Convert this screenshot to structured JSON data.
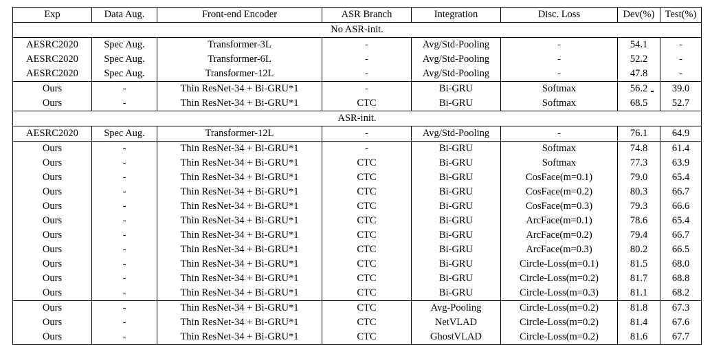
{
  "table": {
    "columns": [
      "Exp",
      "Data Aug.",
      "Front-end Encoder",
      "ASR Branch",
      "Integration",
      "Disc. Loss",
      "Dev(%)",
      "Test(%)"
    ],
    "sections": [
      {
        "title": "No ASR-init.",
        "groups": [
          {
            "rows": [
              [
                "AESRC2020",
                "Spec Aug.",
                "Transformer-3L",
                "-",
                "Avg/Std-Pooling",
                "-",
                "54.1",
                "-"
              ],
              [
                "AESRC2020",
                "Spec Aug.",
                "Transformer-6L",
                "-",
                "Avg/Std-Pooling",
                "-",
                "52.2",
                "-"
              ],
              [
                "AESRC2020",
                "Spec Aug.",
                "Transformer-12L",
                "-",
                "Avg/Std-Pooling",
                "-",
                "47.8",
                "-"
              ]
            ]
          },
          {
            "rows": [
              [
                "Ours",
                "-",
                "Thin ResNet-34 + Bi-GRU*1",
                "-",
                "Bi-GRU",
                "Softmax",
                "56.2",
                "39.0"
              ],
              [
                "Ours",
                "-",
                "Thin ResNet-34 + Bi-GRU*1",
                "CTC",
                "Bi-GRU",
                "Softmax",
                "68.5",
                "52.7"
              ]
            ]
          }
        ]
      },
      {
        "title": "ASR-init.",
        "groups": [
          {
            "rows": [
              [
                "AESRC2020",
                "Spec Aug.",
                "Transformer-12L",
                "-",
                "Avg/Std-Pooling",
                "-",
                "76.1",
                "64.9"
              ]
            ]
          },
          {
            "rows": [
              [
                "Ours",
                "-",
                "Thin ResNet-34 + Bi-GRU*1",
                "-",
                "Bi-GRU",
                "Softmax",
                "74.8",
                "61.4"
              ],
              [
                "Ours",
                "-",
                "Thin ResNet-34 + Bi-GRU*1",
                "CTC",
                "Bi-GRU",
                "Softmax",
                "77.3",
                "63.9"
              ],
              [
                "Ours",
                "-",
                "Thin ResNet-34 + Bi-GRU*1",
                "CTC",
                "Bi-GRU",
                "CosFace(m=0.1)",
                "79.0",
                "65.4"
              ],
              [
                "Ours",
                "-",
                "Thin ResNet-34 + Bi-GRU*1",
                "CTC",
                "Bi-GRU",
                "CosFace(m=0.2)",
                "80.3",
                "66.7"
              ],
              [
                "Ours",
                "-",
                "Thin ResNet-34 + Bi-GRU*1",
                "CTC",
                "Bi-GRU",
                "CosFace(m=0.3)",
                "79.3",
                "66.6"
              ],
              [
                "Ours",
                "-",
                "Thin ResNet-34 + Bi-GRU*1",
                "CTC",
                "Bi-GRU",
                "ArcFace(m=0.1)",
                "78.6",
                "65.4"
              ],
              [
                "Ours",
                "-",
                "Thin ResNet-34 + Bi-GRU*1",
                "CTC",
                "Bi-GRU",
                "ArcFace(m=0.2)",
                "79.4",
                "66.7"
              ],
              [
                "Ours",
                "-",
                "Thin ResNet-34 + Bi-GRU*1",
                "CTC",
                "Bi-GRU",
                "ArcFace(m=0.3)",
                "80.2",
                "66.5"
              ],
              [
                "Ours",
                "-",
                "Thin ResNet-34 + Bi-GRU*1",
                "CTC",
                "Bi-GRU",
                "Circle-Loss(m=0.1)",
                "81.5",
                "68.0"
              ],
              [
                "Ours",
                "-",
                "Thin ResNet-34 + Bi-GRU*1",
                "CTC",
                "Bi-GRU",
                "Circle-Loss(m=0.2)",
                "81.7",
                "68.8"
              ],
              [
                "Ours",
                "-",
                "Thin ResNet-34 + Bi-GRU*1",
                "CTC",
                "Bi-GRU",
                "Circle-Loss(m=0.3)",
                "81.1",
                "68.2"
              ]
            ]
          },
          {
            "rows": [
              [
                "Ours",
                "-",
                "Thin ResNet-34 + Bi-GRU*1",
                "CTC",
                "Avg-Pooling",
                "Circle-Loss(m=0.2)",
                "81.8",
                "67.3"
              ],
              [
                "Ours",
                "-",
                "Thin ResNet-34 + Bi-GRU*1",
                "CTC",
                "NetVLAD",
                "Circle-Loss(m=0.2)",
                "81.4",
                "67.6"
              ],
              [
                "Ours",
                "-",
                "Thin ResNet-34 + Bi-GRU*1",
                "CTC",
                "GhostVLAD",
                "Circle-Loss(m=0.2)",
                "81.6",
                "67.7"
              ]
            ]
          }
        ]
      }
    ],
    "best_cell": {
      "section": 1,
      "group": 1,
      "row": 10,
      "col": 7
    },
    "artifact_cell": {
      "section": 0,
      "group": 1,
      "row": 0,
      "col": 6
    }
  }
}
